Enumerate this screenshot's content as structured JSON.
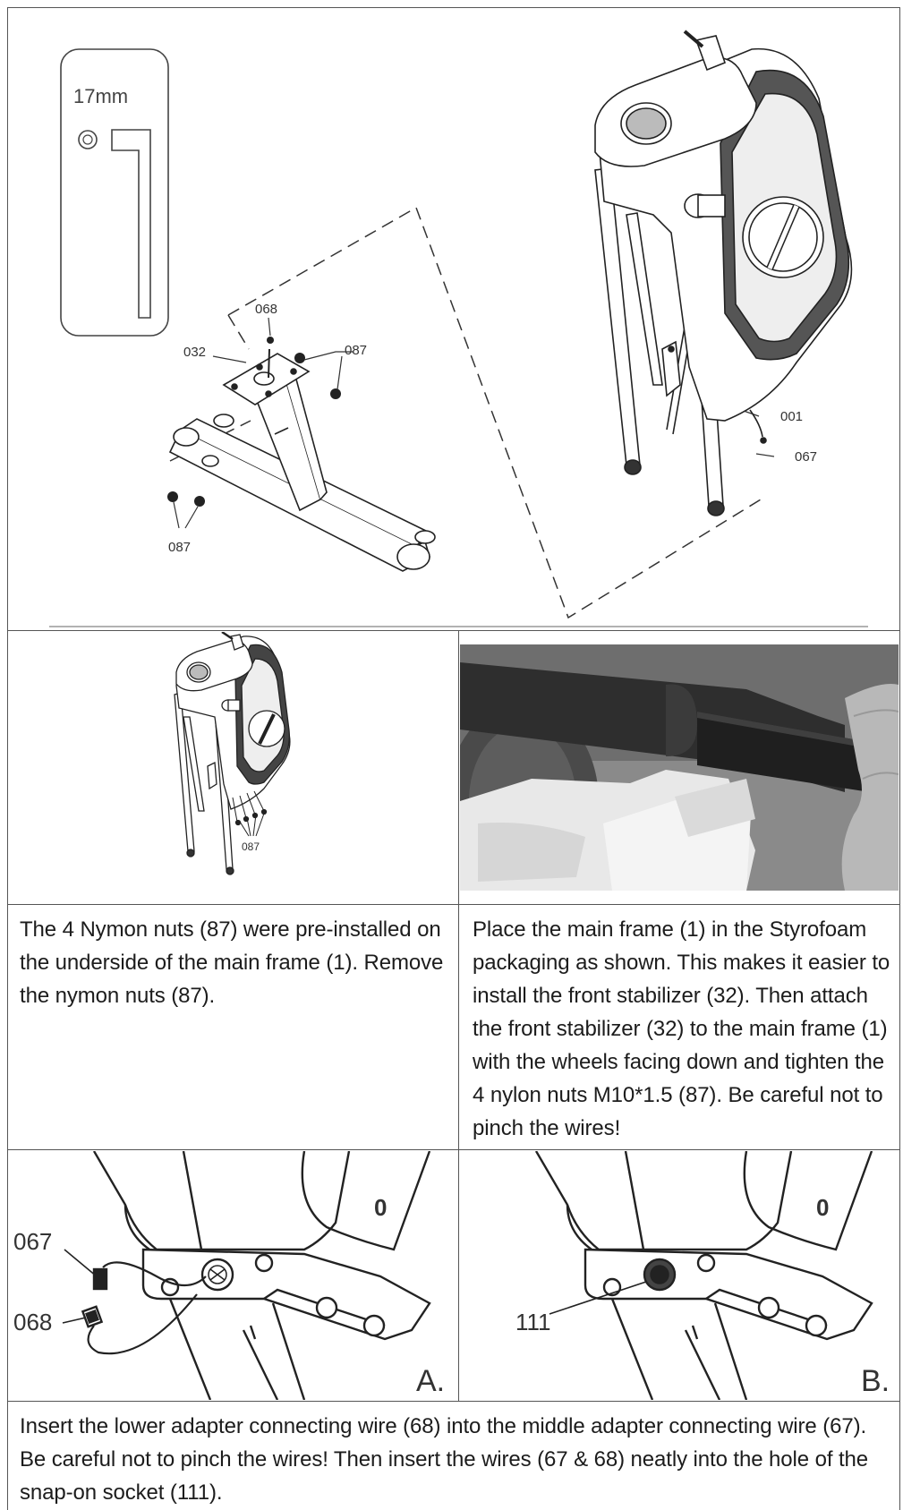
{
  "diagram_top": {
    "tool_size": "17mm",
    "labels": {
      "p068": "068",
      "p032": "032",
      "p087_right": "087",
      "p087_left": "087",
      "p001": "001",
      "p067": "067"
    }
  },
  "diagram_small": {
    "label_087": "087"
  },
  "step1_text": "The 4 Nymon nuts (87) were pre-installed on the underside of the main frame (1). Remove the nymon nuts (87).",
  "step2_text": "Place the main frame (1) in the Styrofoam packaging as shown. This makes it easier to install the front stabilizer (32). Then attach the front stabilizer (32) to the main frame (1) with the wheels facing down and tighten the 4 nylon nuts M10*1.5 (87). Be careful not to pinch the wires!",
  "detail_a": {
    "label_067": "067",
    "label_068": "068",
    "label_0": "0",
    "corner": "A."
  },
  "detail_b": {
    "label_111": "111",
    "label_0": "0",
    "corner": "B."
  },
  "step3_text": "Insert the lower adapter connecting wire (68) into the middle adapter connecting wire (67). Be careful not to pinch the wires!  Then insert the wires (67 & 68) neatly into the hole of the snap-on socket (111)."
}
